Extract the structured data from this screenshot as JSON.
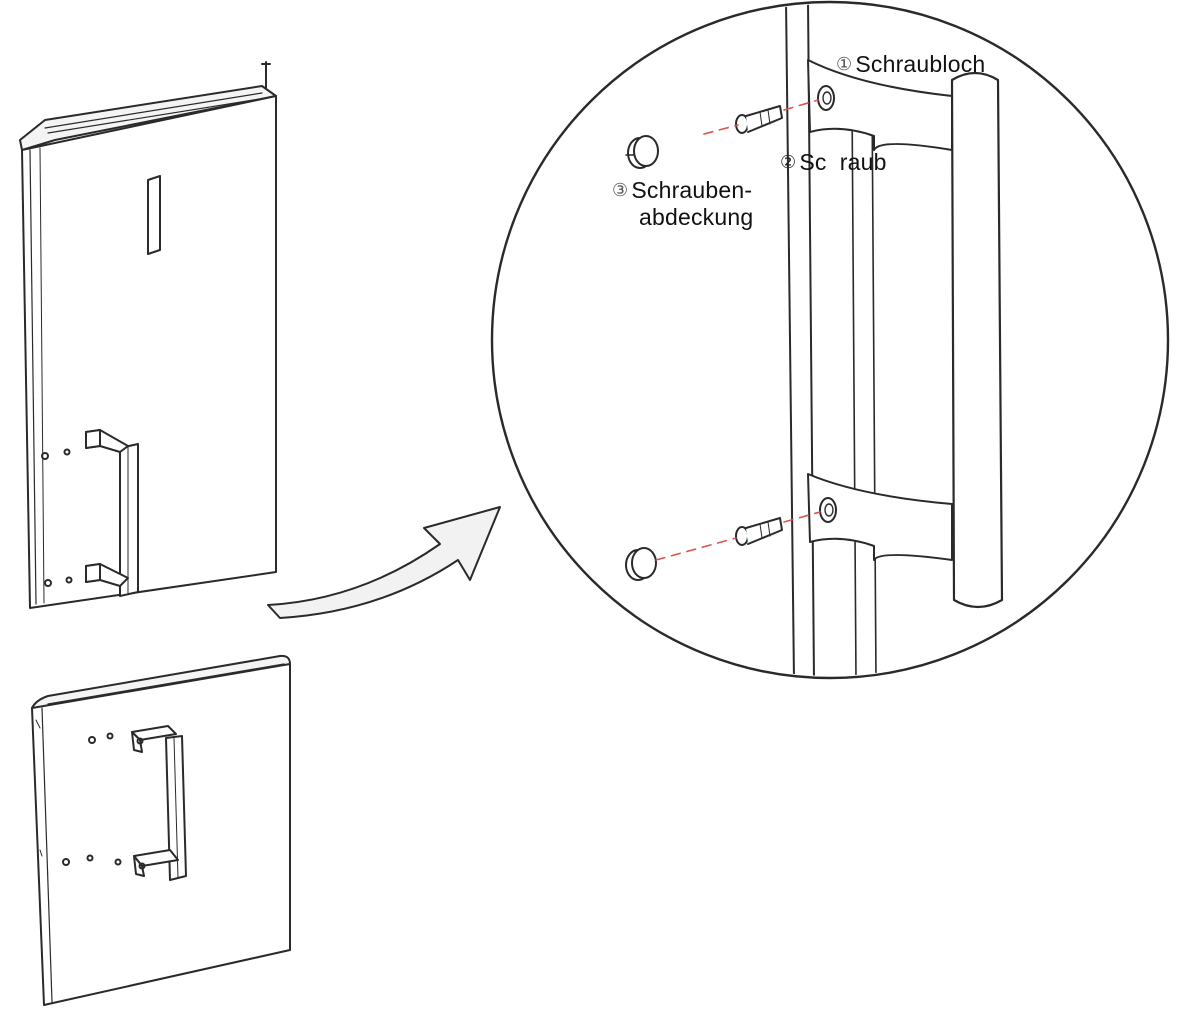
{
  "callouts": {
    "screw_hole": {
      "number": "①",
      "label": "Schraubloch"
    },
    "screw": {
      "number": "②",
      "label": "Sc  raub"
    },
    "screw_cover": {
      "number": "③",
      "label_line1": "Schrauben-",
      "label_line2": "abdeckung"
    }
  },
  "colors": {
    "line": "#2a2a2a",
    "dash": "#d9534f",
    "background": "#ffffff"
  }
}
